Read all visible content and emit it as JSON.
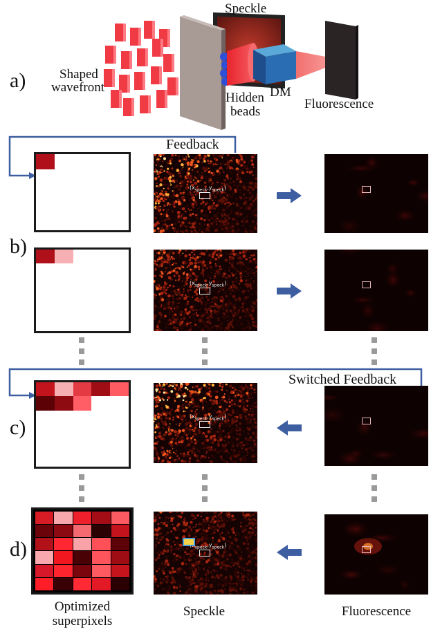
{
  "panel_labels": {
    "a": "a)",
    "b": "b)",
    "c": "c)",
    "d": "d)"
  },
  "setup": {
    "shaped_wavefront": [
      "Shaped",
      "wavefront"
    ],
    "speckle": "Speckle",
    "hidden_beads": [
      "Hidden",
      "beads"
    ],
    "dm": "DM",
    "fluorescence": "Fluorescence"
  },
  "feedback_label": "Feedback",
  "switched_feedback_label": "Switched Feedback",
  "coord_labels": {
    "x": "(x",
    "x_sub": "speck",
    "y": ",y",
    "y_sub": "speck",
    "close": ")"
  },
  "column_labels": {
    "superpixels": [
      "Optimized",
      "superpixels"
    ],
    "speckle": "Speckle",
    "fluorescence": "Fluorescence"
  },
  "colors": {
    "accent_blue": "#3d5ea0",
    "frame": "#1a1a1a",
    "deep_red": "#b0101a",
    "pink": "#f6b0b4"
  }
}
